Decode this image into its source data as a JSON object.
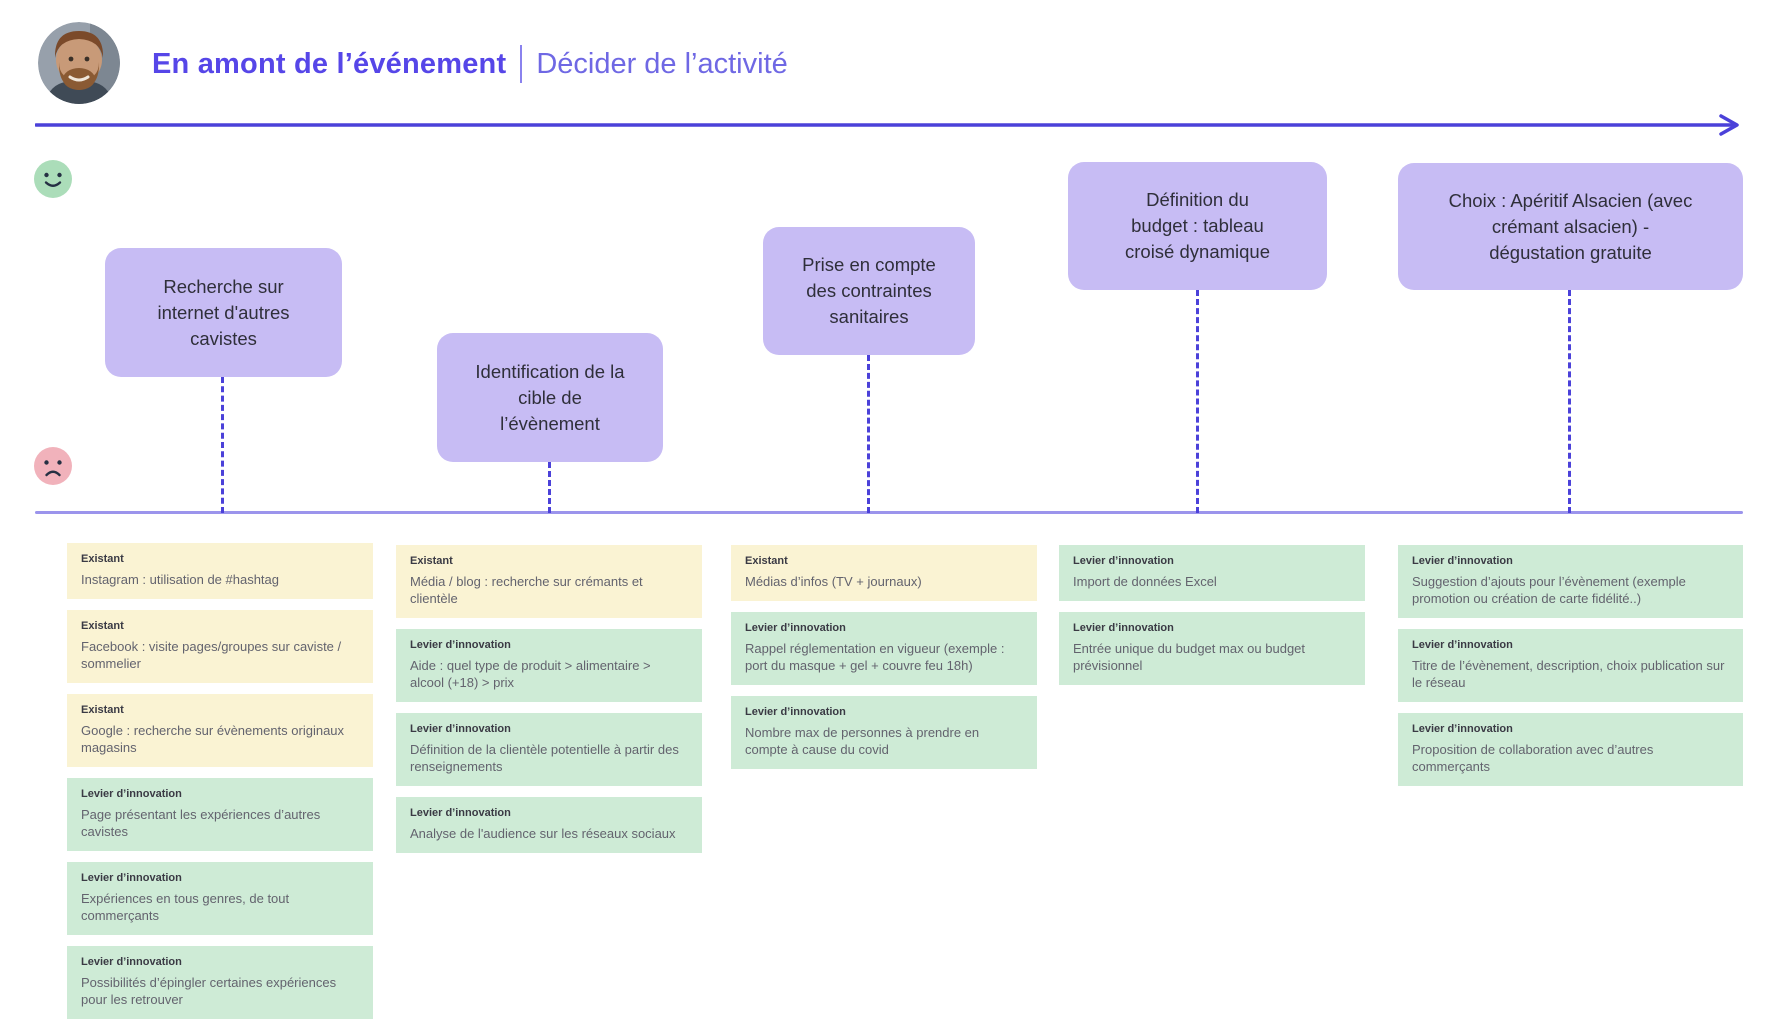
{
  "header": {
    "title": "En amont de l’événement",
    "separator": "|",
    "subtitle": "Décider de l’activité"
  },
  "moods": {
    "top": "happy-face",
    "bottom": "sad-face"
  },
  "bubbles": [
    {
      "label": "Recherche sur\ninternet d'autres\ncavistes"
    },
    {
      "label": "Identification de la\ncible de\nl’évènement"
    },
    {
      "label": "Prise en compte\ndes contraintes\nsanitaires"
    },
    {
      "label": "Définition du\nbudget : tableau\ncroisé dynamique"
    },
    {
      "label": "Choix : Apéritif Alsacien (avec\ncrémant alsacien) -\ndégustation gratuite"
    }
  ],
  "card_types": {
    "existant": "Existant",
    "levier": "Levier d’innovation"
  },
  "columns": [
    {
      "cards": [
        {
          "type": "existant",
          "label": "Existant",
          "text": "Instagram : utilisation de #hashtag"
        },
        {
          "type": "existant",
          "label": "Existant",
          "text": "Facebook : visite pages/groupes sur caviste / sommelier"
        },
        {
          "type": "existant",
          "label": "Existant",
          "text": "Google : recherche sur évènements originaux magasins"
        },
        {
          "type": "levier",
          "label": "Levier d’innovation",
          "text": "Page présentant les expériences d’autres cavistes"
        },
        {
          "type": "levier",
          "label": "Levier d’innovation",
          "text": "Expériences en tous genres, de tout commerçants"
        },
        {
          "type": "levier",
          "label": "Levier d’innovation",
          "text": "Possibilités d’épingler certaines expériences pour les retrouver"
        }
      ]
    },
    {
      "cards": [
        {
          "type": "existant",
          "label": "Existant",
          "text": "Média / blog : recherche sur crémants et clientèle"
        },
        {
          "type": "levier",
          "label": "Levier d’innovation",
          "text": "Aide : quel type de produit > alimentaire > alcool (+18) > prix"
        },
        {
          "type": "levier",
          "label": "Levier d’innovation",
          "text": "Définition de la clientèle potentielle à partir des renseignements"
        },
        {
          "type": "levier",
          "label": "Levier d’innovation",
          "text": "Analyse de l'audience sur les réseaux sociaux"
        }
      ]
    },
    {
      "cards": [
        {
          "type": "existant",
          "label": "Existant",
          "text": "Médias d’infos (TV + journaux)"
        },
        {
          "type": "levier",
          "label": "Levier d’innovation",
          "text": "Rappel réglementation en vigueur (exemple : port du masque + gel + couvre feu 18h)"
        },
        {
          "type": "levier",
          "label": "Levier d’innovation",
          "text": "Nombre max de personnes à prendre en compte à cause du covid"
        }
      ]
    },
    {
      "cards": [
        {
          "type": "levier",
          "label": "Levier d’innovation",
          "text": "Import de données Excel"
        },
        {
          "type": "levier",
          "label": "Levier d’innovation",
          "text": "Entrée unique du budget max ou budget prévisionnel"
        }
      ]
    },
    {
      "cards": [
        {
          "type": "levier",
          "label": "Levier d’innovation",
          "text": "Suggestion d’ajouts pour l’évènement (exemple promotion ou création de carte fidélité..)"
        },
        {
          "type": "levier",
          "label": "Levier d’innovation",
          "text": "Titre de l’évènement, description, choix publication sur le réseau"
        },
        {
          "type": "levier",
          "label": "Levier d’innovation",
          "text": "Proposition de collaboration avec d’autres commerçants"
        }
      ]
    }
  ],
  "colors": {
    "accent": "#5646e8",
    "subtitle-text": "#6f68e4",
    "timeline-line": "#4b41d9",
    "ground-line": "#9b94ec",
    "bubble-bg": "#c7bcf4",
    "bubble-text": "#2f2f3a",
    "existant-bg": "#faf3d3",
    "levier-bg": "#ceebd6",
    "happy": "#abddb9",
    "sad": "#f1b2bb",
    "label-text": "#3a3a44",
    "body-text": "#63636e"
  }
}
